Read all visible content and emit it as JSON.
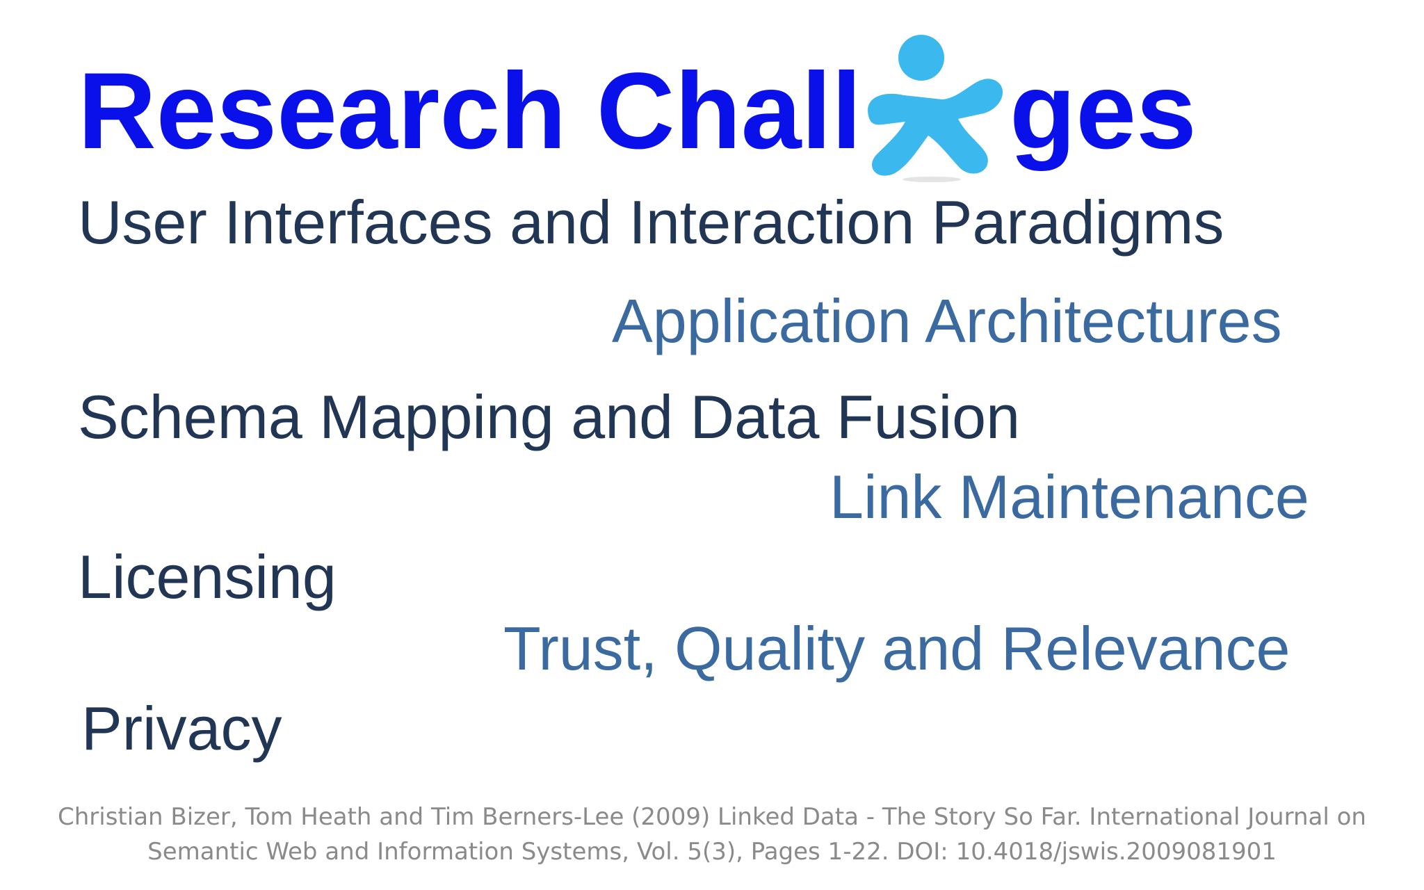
{
  "slide": {
    "title_part_a": "Research Chall",
    "title_part_b": "ges",
    "title_color": "#0a10ea",
    "mascot_icon": "blue-running-figure-icon",
    "mascot_color": "#3bb8ee",
    "items": [
      {
        "text": "User Interfaces and Interaction Paradigms",
        "color": "#213554"
      },
      {
        "text": "Application Architectures",
        "color": "#3a6a9f"
      },
      {
        "text": "Schema Mapping and Data Fusion",
        "color": "#213554"
      },
      {
        "text": "Link Maintenance",
        "color": "#3a6a9f"
      },
      {
        "text": "Licensing",
        "color": "#213554"
      },
      {
        "text": "Trust, Quality and Relevance",
        "color": "#3a6a9f"
      },
      {
        "text": "Privacy",
        "color": "#213554"
      }
    ],
    "citation_line1": "Christian Bizer, Tom Heath and Tim Berners-Lee (2009) Linked Data - The Story So Far. International Journal on",
    "citation_line2": "Semantic Web and Information Systems, Vol. 5(3), Pages 1-22. DOI: 10.4018/jswis.2009081901",
    "citation_color": "#8a8a8a"
  }
}
